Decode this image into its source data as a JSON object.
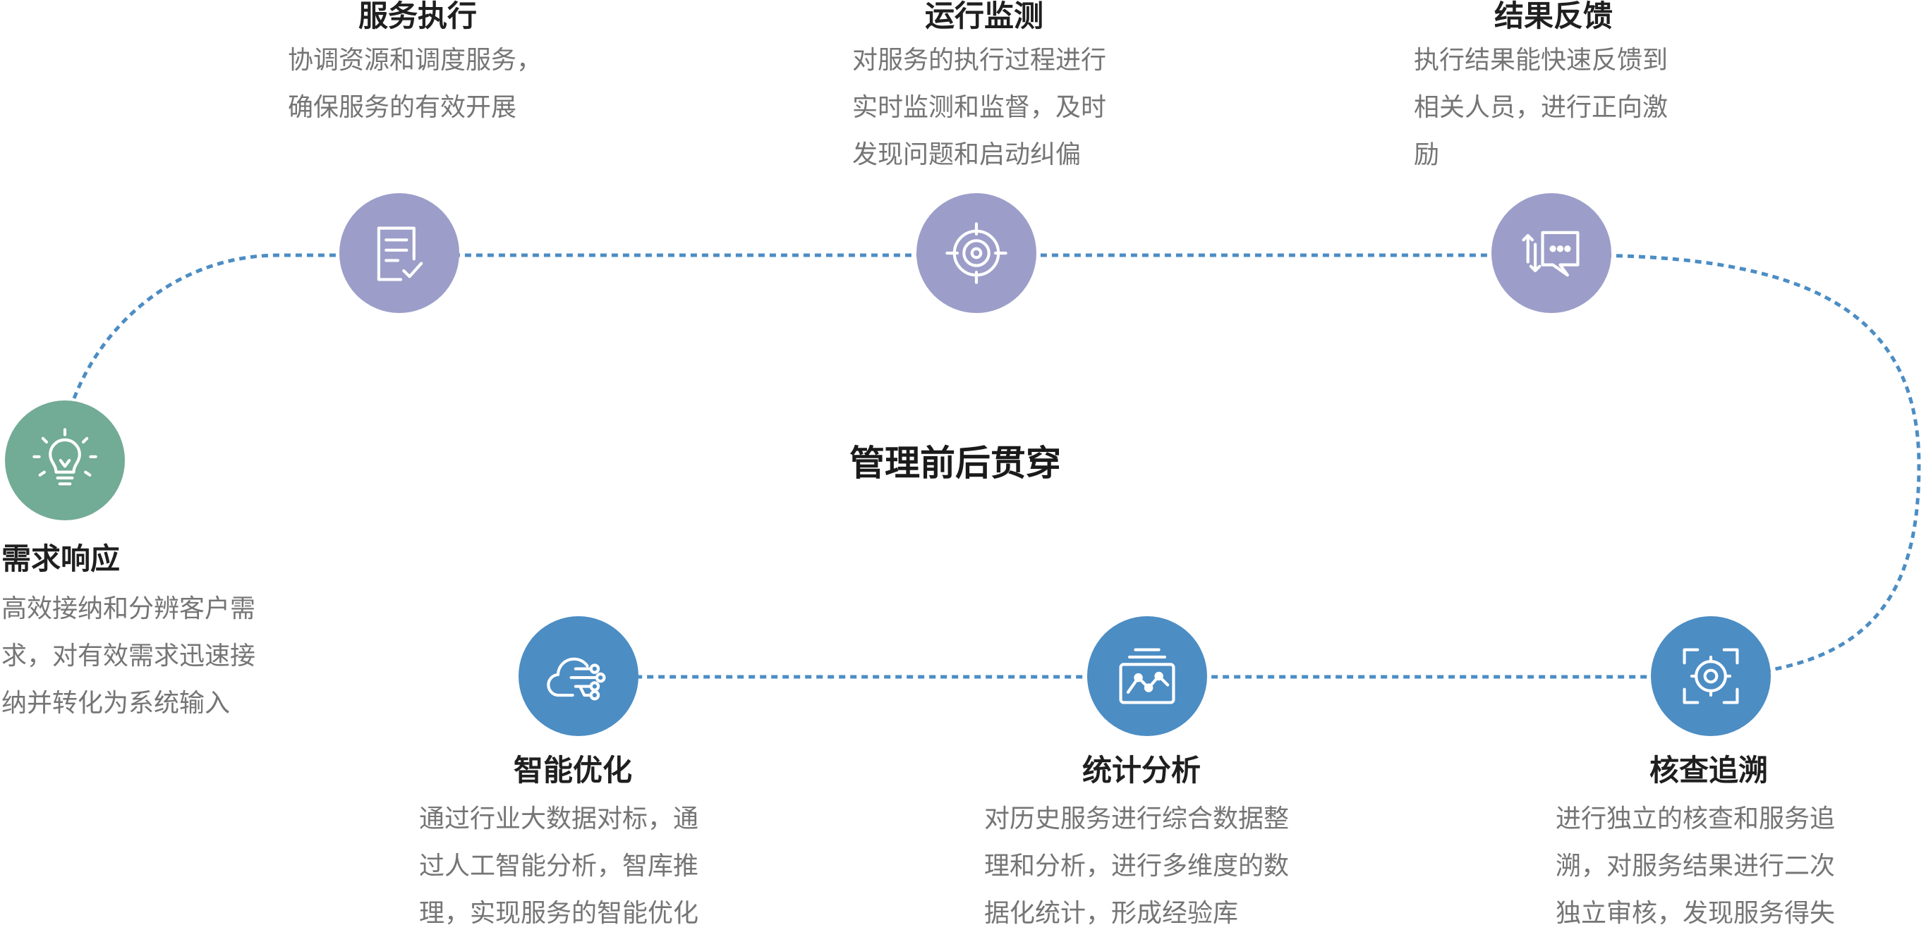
{
  "center": {
    "title": "管理前后贯穿"
  },
  "colors": {
    "connector": "#4c8dc4",
    "purple": "#9c9ec9",
    "green": "#72ab96",
    "blue": "#4c8dc4"
  },
  "steps": [
    {
      "title": "需求响应",
      "icon": "lightbulb-icon",
      "color": "green",
      "desc": [
        "高效接纳和分辨客户需",
        "求，对有效需求迅速接",
        "纳并转化为系统输入"
      ]
    },
    {
      "title": "服务执行",
      "icon": "checklist-document-icon",
      "color": "purple",
      "desc": [
        "协调资源和调度服务，",
        "确保服务的有效开展"
      ]
    },
    {
      "title": "运行监测",
      "icon": "target-crosshair-icon",
      "color": "purple",
      "desc": [
        "对服务的执行过程进行",
        "实时监测和监督，及时",
        "发现问题和启动纠偏"
      ]
    },
    {
      "title": "结果反馈",
      "icon": "feedback-chat-icon",
      "color": "purple",
      "desc": [
        "执行结果能快速反馈到",
        "相关人员，进行正向激",
        "励"
      ]
    },
    {
      "title": "核查追溯",
      "icon": "focus-scan-icon",
      "color": "blue",
      "desc": [
        "进行独立的核查和服务追",
        "溯，对服务结果进行二次",
        "独立审核，发现服务得失"
      ]
    },
    {
      "title": "统计分析",
      "icon": "analytics-chart-icon",
      "color": "blue",
      "desc": [
        "对历史服务进行综合数据整",
        "理和分析，进行多维度的数",
        "据化统计，形成经验库"
      ]
    },
    {
      "title": "智能优化",
      "icon": "cloud-network-icon",
      "color": "blue",
      "desc": [
        "通过行业大数据对标，通",
        "过人工智能分析，智库推",
        "理，实现服务的智能优化"
      ]
    }
  ]
}
